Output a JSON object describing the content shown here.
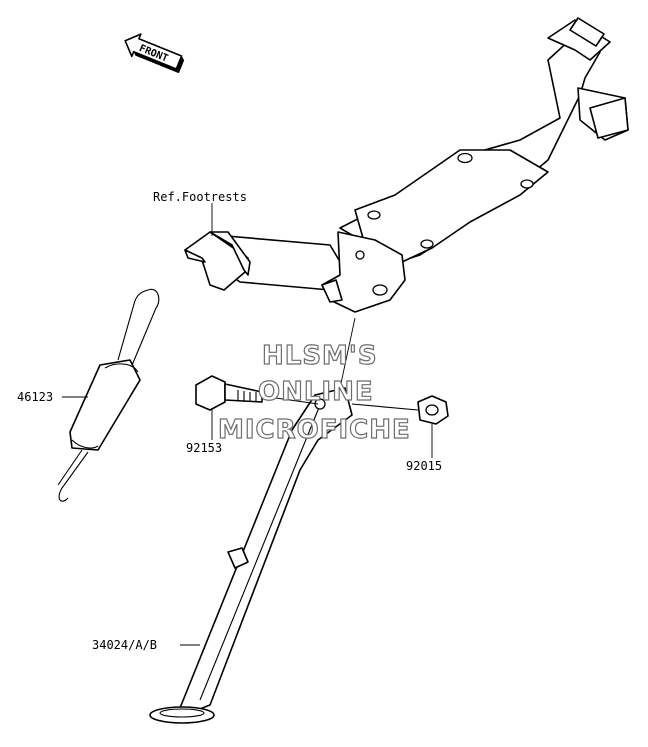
{
  "direction_marker": {
    "text": "FRONT"
  },
  "callouts": {
    "footrest_ref": "Ref.Footrests",
    "spring": "46123",
    "bolt": "92153",
    "nut": "92015",
    "stand": "34024/A/B"
  },
  "watermark": {
    "line1": "HLSM'S",
    "line2": "ONLINE",
    "line3": "MICROFICHE"
  },
  "colors": {
    "line": "#000000",
    "background": "#ffffff",
    "watermark_outline": "#6e6e6e"
  }
}
